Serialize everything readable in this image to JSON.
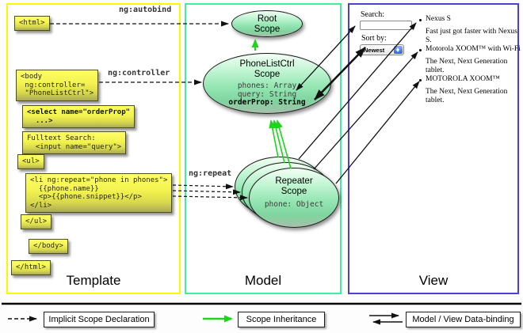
{
  "columns": {
    "template": "Template",
    "model": "Model",
    "view": "View"
  },
  "annotations": {
    "autobind": "ng:autobind",
    "controller": "ng:controller",
    "repeat": "ng:repeat"
  },
  "template_code": {
    "html_open": "<html>",
    "body_open": "<body\n ng:controller=\n \"PhoneListCtrl\">",
    "select_tag": "<select name=\"orderProp\"\n  ...>",
    "fulltext": "Fulltext Search:\n  <input name=\"query\">",
    "ul_open": "<ul>",
    "li_repeat": "<li ng:repeat=\"phone in phones\">\n  {{phone.name}}\n  <p>{{phone.snippet}}</p>\n</li>",
    "ul_close": "</ul>",
    "body_close": "</body>",
    "html_close": "</html>"
  },
  "model": {
    "root_title": "Root\nScope",
    "phonelist_title": "PhoneListCtrl\nScope",
    "phonelist_prop_phones": "phones: Array",
    "phonelist_prop_query": "query: String",
    "phonelist_prop_orderprop": "orderProp: String",
    "repeater_title": "Repeater\nScope",
    "repeater_prop": "phone: Object"
  },
  "view": {
    "search_label": "Search:",
    "search_value": "",
    "sort_label": "Sort by:",
    "sort_value": "Newest",
    "items": [
      {
        "name": "Nexus S",
        "snippet": "Fast just got faster with Nexus S."
      },
      {
        "name": "Motorola XOOM™ with Wi-Fi",
        "snippet": "The Next, Next Generation tablet."
      },
      {
        "name": "MOTOROLA XOOM™",
        "snippet": "The Next, Next Generation tablet."
      }
    ]
  },
  "legend": {
    "implicit": "Implicit Scope Declaration",
    "inheritance": "Scope Inheritance",
    "binding": "Model / View Data-binding"
  },
  "colors": {
    "template_border": "#f8f800",
    "model_border": "#3df0a0",
    "view_border": "#4b3fd6",
    "code_box_yellow": "#f2f24f",
    "scope_green": "#95e6b3",
    "inheritance_green": "#1bd61b",
    "arrow_black": "#111111",
    "stepper_blue": "#3b6ef5"
  }
}
